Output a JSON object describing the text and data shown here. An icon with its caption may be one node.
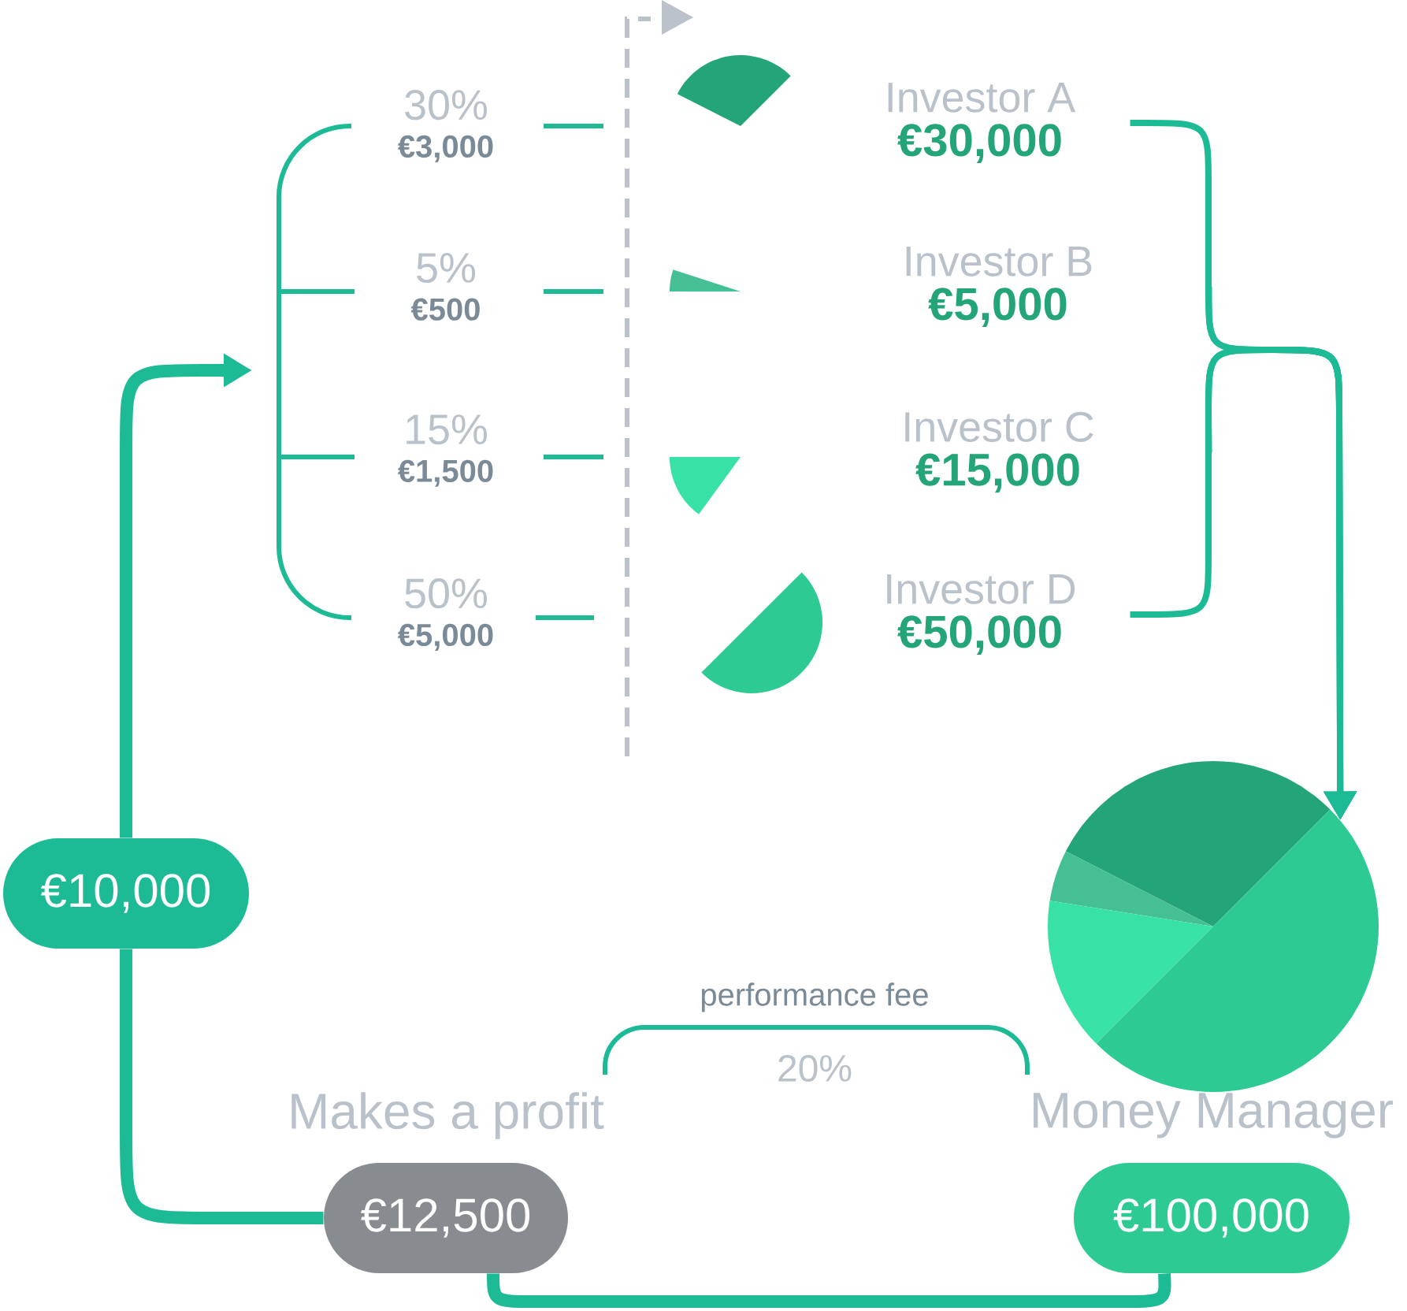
{
  "diagram": {
    "nodes": [
      {
        "text": [
          "Investor A",
          "€30,000"
        ]
      },
      {
        "text": [
          "Investor B",
          "€5,000"
        ]
      },
      {
        "text": [
          "Investor C",
          "€15,000"
        ]
      },
      {
        "text": [
          "Investor D",
          "€50,000"
        ]
      },
      {
        "text": [
          "30%",
          "€3,000"
        ]
      },
      {
        "text": [
          "5%",
          "€500"
        ]
      },
      {
        "text": [
          "15%",
          "€1,500"
        ]
      },
      {
        "text": [
          "50%",
          "€5,000"
        ]
      },
      {
        "text": [],
        "shape": "picture"
      },
      {
        "text": [
          "€100,000"
        ],
        "beside": [
          "Money Manager"
        ]
      },
      {
        "text": [
          "€12,500"
        ],
        "beside": [
          "Makes a profit"
        ]
      },
      {
        "text": [
          "€10,000"
        ]
      }
    ],
    "edges": [
      {
        "from": 0,
        "to": 8,
        "arrow": "to"
      },
      {
        "from": 1,
        "to": 8,
        "arrow": "to"
      },
      {
        "from": 2,
        "to": 8,
        "arrow": "to"
      },
      {
        "from": 3,
        "to": 8,
        "arrow": "to"
      },
      {
        "from": 9,
        "to": 10,
        "arrow": "none",
        "style": "thick"
      },
      {
        "from": 10,
        "to": 11,
        "arrow": "none",
        "style": "thick"
      },
      {
        "from": 11,
        "to": null,
        "arrow": "to",
        "style": "thick"
      }
    ],
    "labels": [
      "performance fee",
      "20%"
    ]
  }
}
